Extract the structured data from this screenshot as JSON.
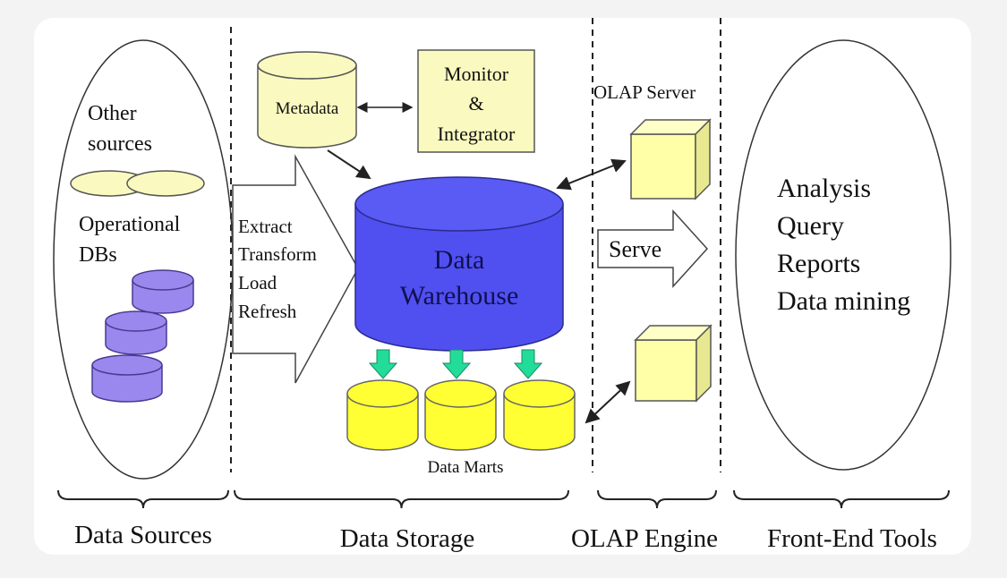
{
  "sources": {
    "other_line1": "Other",
    "other_line2": "sources",
    "operational_line1": "Operational",
    "operational_line2": "DBs"
  },
  "etl": [
    "Extract",
    "Transform",
    "Load",
    "Refresh"
  ],
  "metadata": "Metadata",
  "monitor": [
    "Monitor",
    "&",
    "Integrator"
  ],
  "warehouse": [
    "Data",
    "Warehouse"
  ],
  "data_marts": "Data Marts",
  "olap_server": "OLAP Server",
  "serve": "Serve",
  "tools": [
    "Analysis",
    "Query",
    "Reports",
    "Data mining"
  ],
  "sections": [
    "Data Sources",
    "Data Storage",
    "OLAP Engine",
    "Front-End Tools"
  ],
  "colors": {
    "light_yellow": "#fafac0",
    "yellow": "#ffff33",
    "warehouse_blue": "#5050f0",
    "db_purple": "#9a88ee",
    "green_arrow": "#22dd99"
  }
}
